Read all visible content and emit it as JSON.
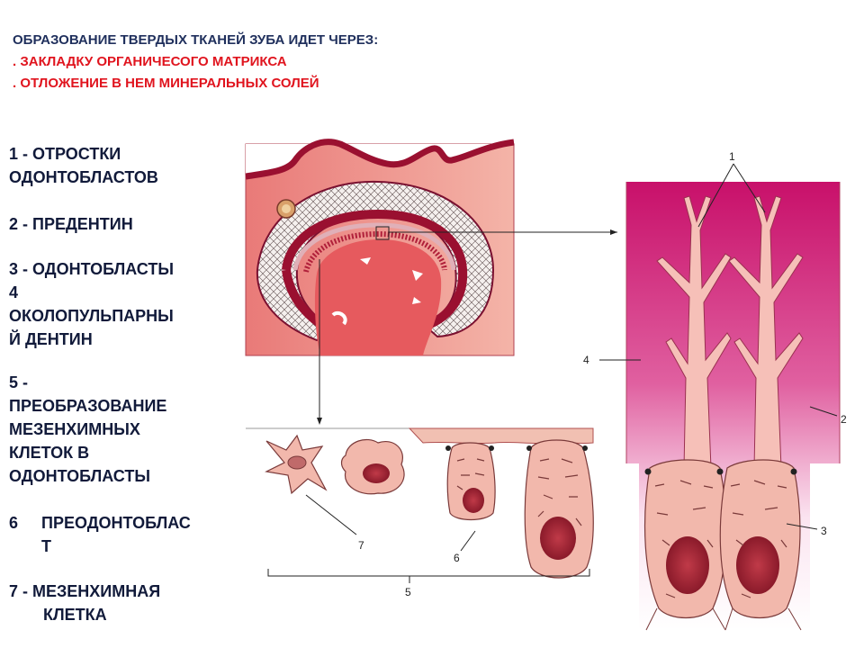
{
  "title": {
    "line1": "ОБРАЗОВАНИЕ ТВЕРДЫХ ТКАНЕЙ ЗУБА ИДЕТ ЧЕРЕЗ:",
    "line2": ". ЗАКЛАДКУ ОРГАНИЧЕСОГО МАТРИКСА",
    "line3": ". ОТЛОЖЕНИЕ В НЕМ МИНЕРАЛЬНЫХ СОЛЕЙ"
  },
  "legend": {
    "item1": [
      "1 - ОТРОСТКИ",
      "ОДОНТОБЛАСТОВ"
    ],
    "item2": [
      "2 - ПРЕДЕНТИН"
    ],
    "item3": [
      "3 - ОДОНТОБЛАСТЫ"
    ],
    "item4": [
      "4",
      "ОКОЛОПУЛЬПАРНЫ",
      "Й ДЕНТИН"
    ],
    "item5": [
      "5 -",
      "ПРЕОБРАЗОВАНИЕ",
      "МЕЗЕНХИМНЫХ",
      "КЛЕТОК В",
      "ОДОНТОБЛАСТЫ"
    ],
    "item6": {
      "num": "6",
      "lines": [
        "ПРЕОДОНТОБЛАС",
        "Т"
      ]
    },
    "item7": [
      "7 - МЕЗЕНХИМНАЯ",
      "КЛЕТКА"
    ]
  },
  "figure_labels": {
    "l1": "1",
    "l2": "2",
    "l3": "3",
    "l4": "4",
    "l5": "5",
    "l6": "6",
    "l7": "7"
  },
  "colors": {
    "title_dark": "#1f2f5c",
    "title_red": "#e0141e",
    "tissue_magenta": "#c8106a",
    "tissue_pink": "#f2b8b0",
    "pulp_red": "#e06060",
    "nucleus": "#b83040"
  }
}
